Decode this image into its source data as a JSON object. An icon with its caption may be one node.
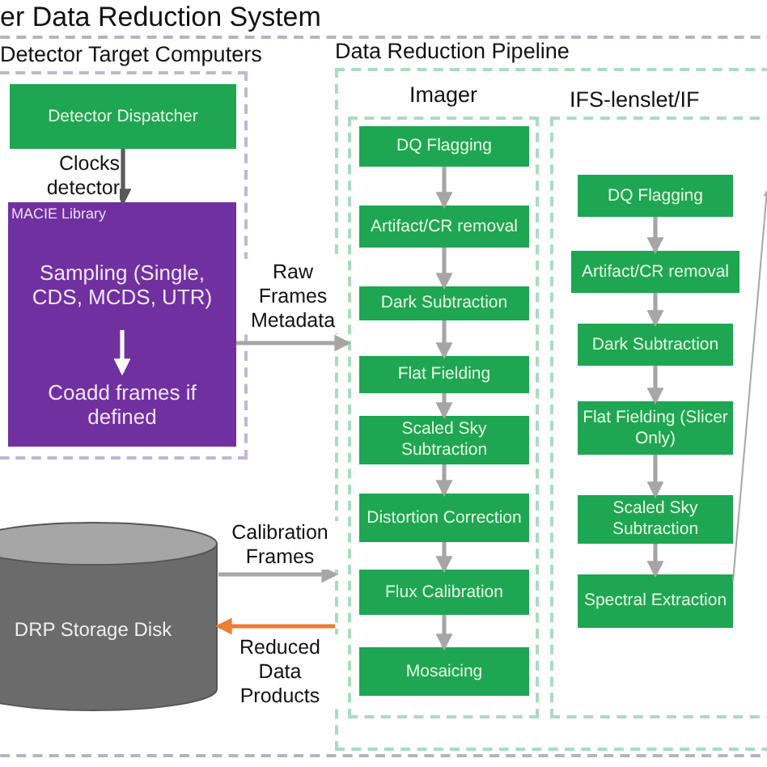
{
  "diagram": {
    "nodes": [
      {
        "text": [
          "er Data Reduction System"
        ]
      },
      {
        "text": [
          "Detector Target Computers"
        ],
        "in": 0
      },
      {
        "text": [
          "Detector Dispatcher"
        ],
        "in": 1
      },
      {
        "text": [
          "MACIE Library"
        ],
        "in": 1
      },
      {
        "text": [
          "Sampling (Single, CDS, MCDS, UTR)"
        ],
        "in": 3
      },
      {
        "text": [
          "Coadd frames if defined"
        ],
        "in": 3
      },
      {
        "text": [
          "Data Reduction Pipeline"
        ],
        "in": 0
      },
      {
        "text": [
          "Imager"
        ],
        "in": 6
      },
      {
        "text": [
          "DQ Flagging"
        ],
        "in": 7
      },
      {
        "text": [
          "Artifact/CR removal"
        ],
        "in": 7
      },
      {
        "text": [
          "Dark Subtraction"
        ],
        "in": 7
      },
      {
        "text": [
          "Flat Fielding"
        ],
        "in": 7
      },
      {
        "text": [
          "Scaled Sky Subtraction"
        ],
        "in": 7
      },
      {
        "text": [
          "Distortion Correction"
        ],
        "in": 7
      },
      {
        "text": [
          "Flux Calibration"
        ],
        "in": 7
      },
      {
        "text": [
          "Mosaicing"
        ],
        "in": 7
      },
      {
        "text": [
          "IFS-lenslet/IF"
        ],
        "in": 6
      },
      {
        "text": [
          "DQ Flagging"
        ],
        "in": 16
      },
      {
        "text": [
          "Artifact/CR removal"
        ],
        "in": 16
      },
      {
        "text": [
          "Dark Subtraction"
        ],
        "in": 16
      },
      {
        "text": [
          "Flat Fielding (Slicer Only)"
        ],
        "in": 16
      },
      {
        "text": [
          "Scaled Sky Subtraction"
        ],
        "in": 16
      },
      {
        "text": [
          "Spectral Extraction"
        ],
        "in": 16
      },
      {
        "text": [
          "DRP Storage Disk"
        ],
        "in": 0
      }
    ],
    "edges": [
      {
        "from": 2,
        "to": 3,
        "arrow": "to",
        "label": "Clocks detector",
        "color": "#595959"
      },
      {
        "from": 4,
        "to": 5,
        "arrow": "to",
        "color": "#ffffff"
      },
      {
        "from": 3,
        "to": 7,
        "arrow": "to",
        "label": "Raw Frames Metadata"
      },
      {
        "from": 8,
        "to": 9,
        "arrow": "to"
      },
      {
        "from": 9,
        "to": 10,
        "arrow": "to"
      },
      {
        "from": 10,
        "to": 11,
        "arrow": "to"
      },
      {
        "from": 11,
        "to": 12,
        "arrow": "to"
      },
      {
        "from": 12,
        "to": 13,
        "arrow": "to"
      },
      {
        "from": 13,
        "to": 14,
        "arrow": "to"
      },
      {
        "from": 14,
        "to": 15,
        "arrow": "to"
      },
      {
        "from": 17,
        "to": 18,
        "arrow": "to"
      },
      {
        "from": 18,
        "to": 19,
        "arrow": "to"
      },
      {
        "from": 19,
        "to": 20,
        "arrow": "to"
      },
      {
        "from": 20,
        "to": 21,
        "arrow": "to"
      },
      {
        "from": 21,
        "to": 22,
        "arrow": "to"
      },
      {
        "from": 23,
        "to": 6,
        "arrow": "to",
        "label": "Calibration Frames"
      },
      {
        "from": 6,
        "to": 23,
        "arrow": "to",
        "label": "Reduced Data Products",
        "color": "#ed7d31"
      },
      {
        "from": 22,
        "to": null,
        "arrow": "to"
      }
    ]
  }
}
